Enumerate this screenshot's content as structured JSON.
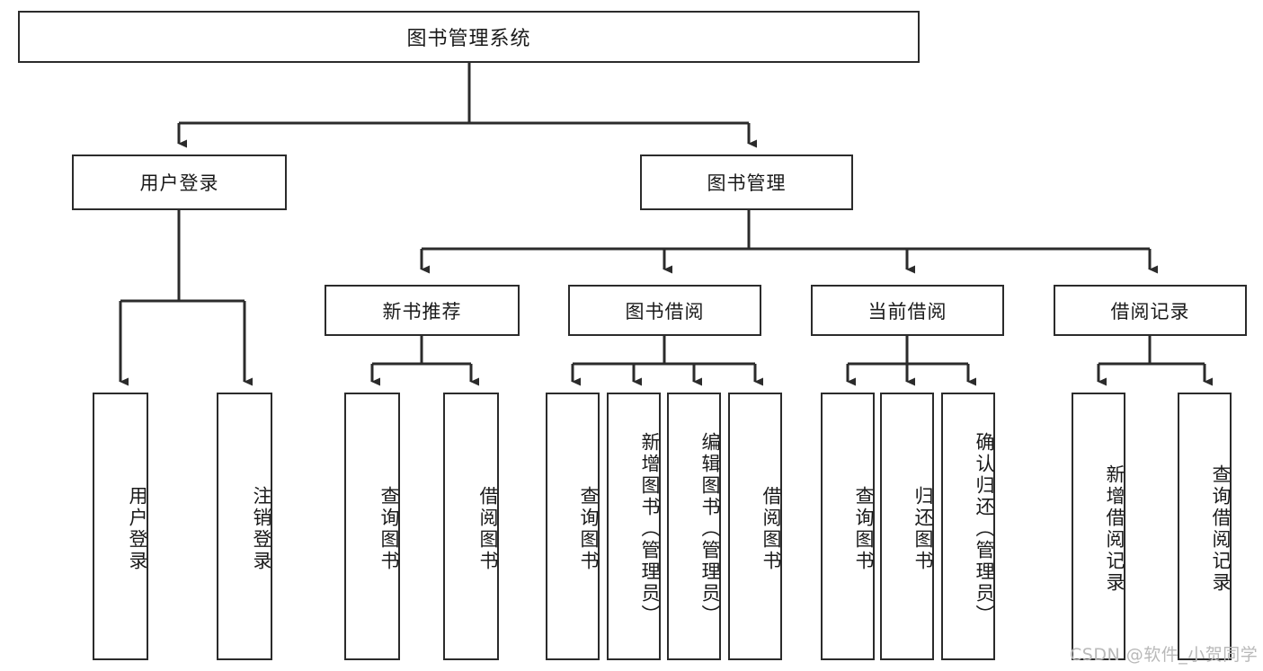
{
  "diagram": {
    "title": "图书管理系统",
    "type": "tree-hierarchy",
    "root": {
      "id": "root",
      "label": "图书管理系统"
    },
    "level2": [
      {
        "id": "user-login",
        "label": "用户登录"
      },
      {
        "id": "book-manage",
        "label": "图书管理"
      }
    ],
    "level3": [
      {
        "id": "new-book-recommend",
        "label": "新书推荐",
        "parent": "book-manage"
      },
      {
        "id": "book-borrow",
        "label": "图书借阅",
        "parent": "book-manage"
      },
      {
        "id": "current-borrow",
        "label": "当前借阅",
        "parent": "book-manage"
      },
      {
        "id": "borrow-record",
        "label": "借阅记录",
        "parent": "book-manage"
      }
    ],
    "leaves": [
      {
        "id": "leaf-user-login",
        "label": "用户登录",
        "parent": "user-login"
      },
      {
        "id": "leaf-logout-login",
        "label": "注销登录",
        "parent": "user-login"
      },
      {
        "id": "leaf-query-book-1",
        "label": "查询图书",
        "parent": "new-book-recommend"
      },
      {
        "id": "leaf-borrow-book-1",
        "label": "借阅图书",
        "parent": "new-book-recommend"
      },
      {
        "id": "leaf-query-book-2",
        "label": "查询图书",
        "parent": "book-borrow"
      },
      {
        "id": "leaf-add-book",
        "label": "新增图书（管理员）",
        "parent": "book-borrow"
      },
      {
        "id": "leaf-edit-book",
        "label": "编辑图书（管理员）",
        "parent": "book-borrow"
      },
      {
        "id": "leaf-borrow-book-2",
        "label": "借阅图书",
        "parent": "book-borrow"
      },
      {
        "id": "leaf-query-book-3",
        "label": "查询图书",
        "parent": "current-borrow"
      },
      {
        "id": "leaf-return-book",
        "label": "归还图书",
        "parent": "current-borrow"
      },
      {
        "id": "leaf-confirm-return",
        "label": "确认归还（管理员）",
        "parent": "current-borrow"
      },
      {
        "id": "leaf-add-record",
        "label": "新增借阅记录",
        "parent": "borrow-record"
      },
      {
        "id": "leaf-query-record",
        "label": "查询借阅记录",
        "parent": "borrow-record"
      }
    ],
    "watermark": "CSDN @软件_小贺同学",
    "colors": {
      "stroke": "#2b2b2b",
      "fill": "#ffffff",
      "text": "#1a1a1a",
      "watermark": "#b9b9b9"
    }
  }
}
